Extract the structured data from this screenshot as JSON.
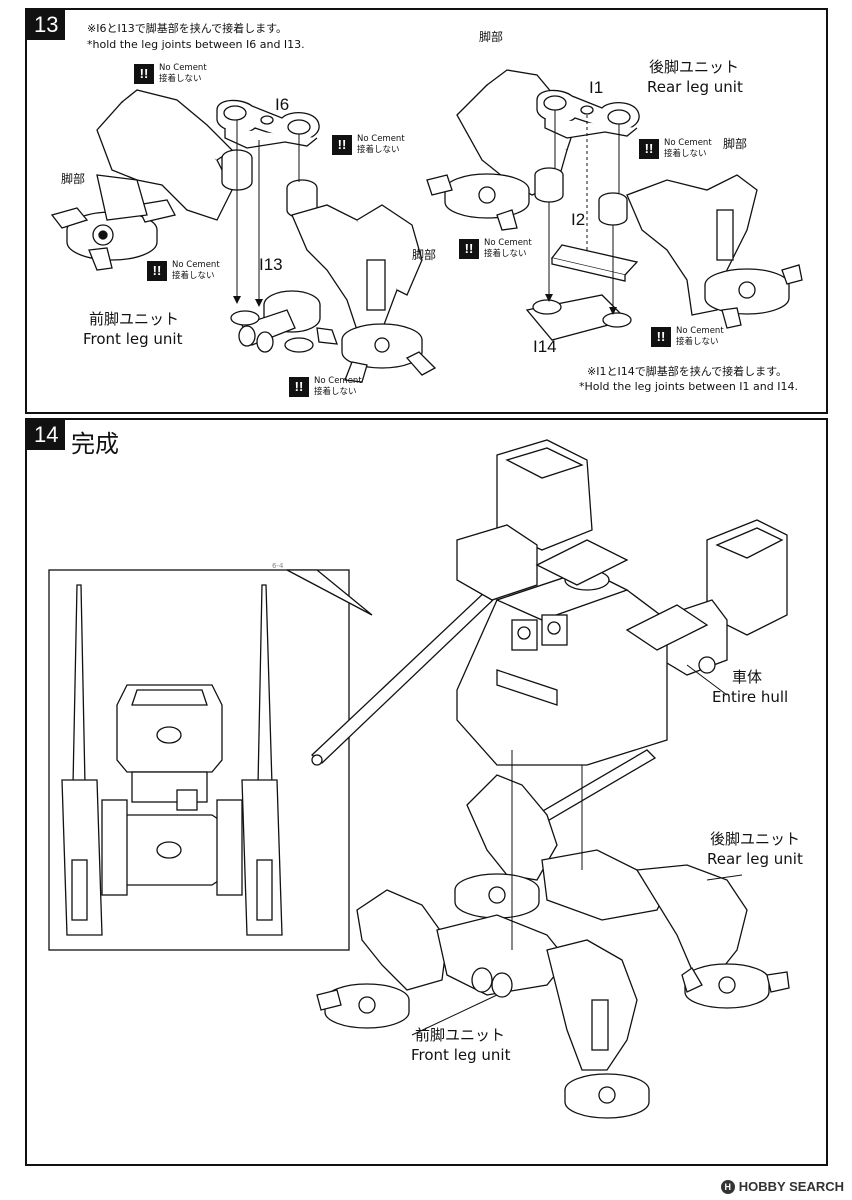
{
  "step13": {
    "number": "13",
    "note_left_jp": "※I6とI13で脚基部を挟んで接着します。",
    "note_left_en": "*hold the leg joints between I6 and I13.",
    "note_right_jp": "※I1とI14で脚基部を挟んで接着します。",
    "note_right_en": "*Hold the leg joints between I1 and I14.",
    "rear_leg_unit_jp": "後脚ユニット",
    "rear_leg_unit_en": "Rear leg unit",
    "front_leg_unit_jp": "前脚ユニット",
    "front_leg_unit_en": "Front leg unit",
    "leg_part_label": "脚部",
    "no_cement_en": "No Cement",
    "no_cement_jp": "接着しない",
    "no_cement_mark": "!!",
    "parts": {
      "i6": "I6",
      "i13": "I13",
      "i1": "I1",
      "i2": "I2",
      "i14": "I14"
    }
  },
  "step14": {
    "number": "14",
    "title": "完成",
    "hull_jp": "車体",
    "hull_en": "Entire hull",
    "rear_leg_unit_jp": "後脚ユニット",
    "rear_leg_unit_en": "Rear leg unit",
    "front_leg_unit_jp": "前脚ユニット",
    "front_leg_unit_en": "Front leg unit",
    "inset_mark": "6-4"
  },
  "watermark": {
    "logo": "H",
    "text": "HOBBY SEARCH"
  }
}
